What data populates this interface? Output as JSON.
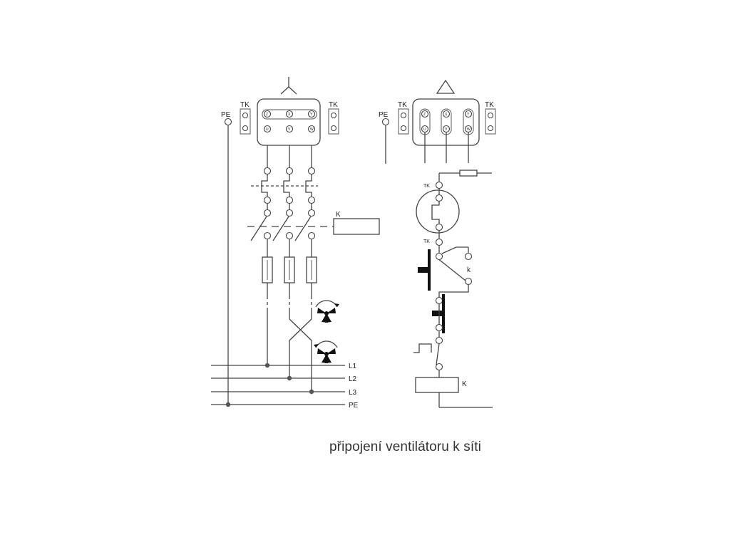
{
  "labels": {
    "tk": "TK",
    "pe": "PE",
    "contactor": "K",
    "contact": "k",
    "l1": "L1",
    "l2": "L2",
    "l3": "L3",
    "pe_bus": "PE"
  },
  "terminals_top": [
    "Z",
    "X",
    "Y"
  ],
  "terminals_bottom": [
    "U",
    "V",
    "W"
  ],
  "icons": [
    "star-symbol",
    "triangle-symbol",
    "fan-rotation-icon"
  ],
  "caption": "připojení ventilátoru k síti"
}
